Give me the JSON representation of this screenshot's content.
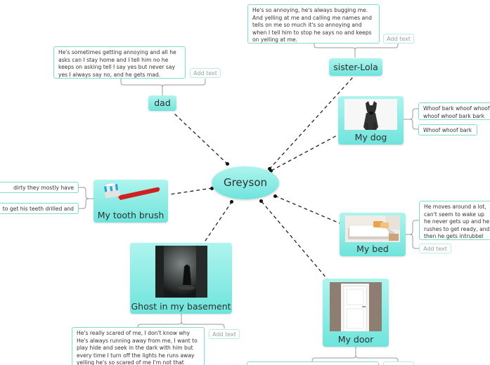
{
  "central": {
    "label": "Greyson"
  },
  "nodes": {
    "dad": {
      "label": "dad"
    },
    "sister": {
      "label": "sister-Lola"
    },
    "dog": {
      "label": "My dog"
    },
    "toothbrush": {
      "label": "My tooth brush"
    },
    "bed": {
      "label": "My bed"
    },
    "ghost": {
      "label": "Ghost in my basement"
    },
    "door": {
      "label": "My door"
    }
  },
  "notes": {
    "dad": "He's sometimes getting annoying and all he asks can I stay home and I tell him no he keeps on asking tell I say yes but never say yes I always say no, and he gets mad.",
    "sister": "He's so annoying, he's always bugging me. And yelling at me and calling me names and tells on me so much it's so annoying and when I tell him to stop he says no and keeps on yelling at me.",
    "dog1": "Whoof bark whoof whoof whoof whoof bark bark whoof",
    "dog2": "Whoof whoof bark",
    "toothbrush1": "dirty they mostly have",
    "toothbrush2": "to get his teeth drilled and",
    "bed": "He moves around a lot, can't seem to wake up he never gets up and he rushes to get ready, and then he gets intrubbel and always makes late",
    "ghost": "He's really scared of me, I don't know why He's always running away from me, I want to play hide and seek in the dark with him but every time I turn off the lights he runs away yelling he's so scared of me I'm not that"
  },
  "add_text_label": "Add text",
  "colors": {
    "node_top": "#aef4ee",
    "node_bottom": "#6fe4dc",
    "note_border": "#7fdcd3",
    "link": "#222222"
  }
}
